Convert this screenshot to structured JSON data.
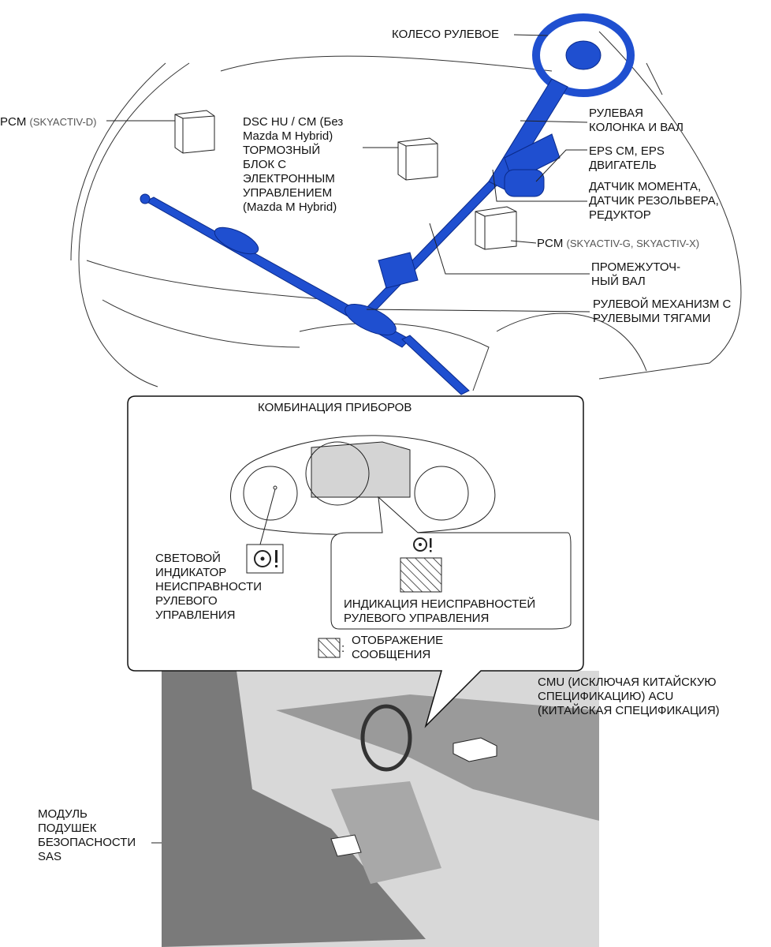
{
  "labels": {
    "steering_wheel": "КОЛЕСО РУЛЕВОЕ",
    "pcm_d": {
      "main": "PCM",
      "sub": "(SKYACTIV-D)"
    },
    "dsc": [
      "DSC HU / CM (Без",
      "Mazda M Hybrid)",
      "ТОРМОЗНЫЙ",
      "БЛОК С",
      "ЭЛЕКТРОННЫМ",
      "УПРАВЛЕНИЕМ",
      "(Mazda M Hybrid)"
    ],
    "column": [
      "РУЛЕВАЯ",
      "КОЛОНКА И ВАЛ"
    ],
    "eps": [
      "EPS CM, EPS",
      "ДВИГАТЕЛЬ"
    ],
    "sensor": [
      "ДАТЧИК  МОМЕНТА,",
      "ДАТЧИК РЕЗОЛЬВЕРА,",
      "РЕДУКТОР"
    ],
    "pcm_gx": {
      "main": "PCM",
      "sub": "(SKYACTIV-G, SKYACTIV-X)"
    },
    "intermediate": [
      "ПРОМЕЖУТОЧ-",
      "НЫЙ ВАЛ"
    ],
    "gear": [
      "РУЛЕВОЙ МЕХАНИЗМ С",
      "РУЛЕВЫМИ ТЯГАМИ"
    ],
    "cluster_title": "КОМБИНАЦИЯ ПРИБОРОВ",
    "warning_light": [
      "СВЕТОВОЙ",
      "ИНДИКАТОР",
      "НЕИСПРАВНОСТИ",
      "РУЛЕВОГО",
      "УПРАВЛЕНИЯ"
    ],
    "malfunction_display": [
      "ИНДИКАЦИЯ НЕИСПРАВНОСТЕЙ",
      "РУЛЕВОГО УПРАВЛЕНИЯ"
    ],
    "legend_colon": ":",
    "legend": [
      "ОТОБРАЖЕНИЕ",
      "СООБЩЕНИЯ"
    ],
    "cmu": [
      "CMU (ИСКЛЮЧАЯ КИТАЙСКУЮ",
      "СПЕЦИФИКАЦИЮ) ACU",
      "(КИТАЙСКАЯ СПЕЦИФИКАЦИЯ)"
    ],
    "airbag": [
      "МОДУЛЬ",
      "ПОДУШЕК",
      "БЕЗОПАСНОСТИ",
      "SAS"
    ]
  },
  "colors": {
    "steering_parts": "#1f4fd0",
    "display_gray": "#d4d4d4",
    "interior": "#8a8a8a"
  }
}
